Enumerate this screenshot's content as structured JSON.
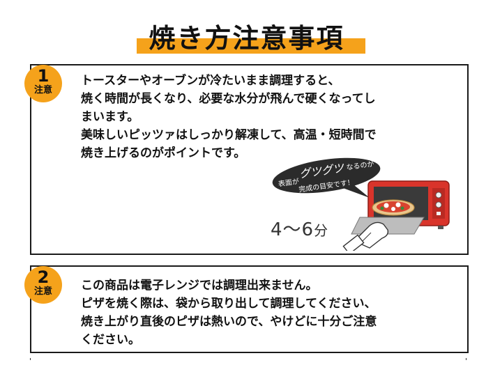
{
  "title": "焼き方注意事項",
  "sections": [
    {
      "badge_number": "1",
      "badge_label": "注意",
      "lines": [
        "トースターやオーブンが冷たいまま調理すると、",
        "焼く時間が長くなり、必要な水分が飛んで硬くなってし",
        "まいます。",
        "美味しいピッツァはしっかり解凍して、高温・短時間で",
        "焼き上げるのがポイントです。"
      ],
      "bubble": {
        "prefix": "表面が",
        "emphasis": "グツグツ",
        "suffix": "なるのが",
        "line2": "完成の目安です！"
      },
      "time_value": "4〜6",
      "time_unit": "分"
    },
    {
      "badge_number": "2",
      "badge_label": "注意",
      "lines": [
        "この商品は電子レンジでは調理出来ません。",
        "ピザを焼く際は、袋から取り出して調理してください、",
        "焼き上がり直後のピザは熱いので、やけどに十分ご注意",
        "ください。"
      ]
    }
  ],
  "colors": {
    "accent": "#f5a21b",
    "oven_red": "#d9342b",
    "bubble": "#2b2b2b",
    "border": "#1a1a1a"
  },
  "icons": [
    "oven-icon",
    "pizza-icon",
    "oven-mitt-icon"
  ]
}
